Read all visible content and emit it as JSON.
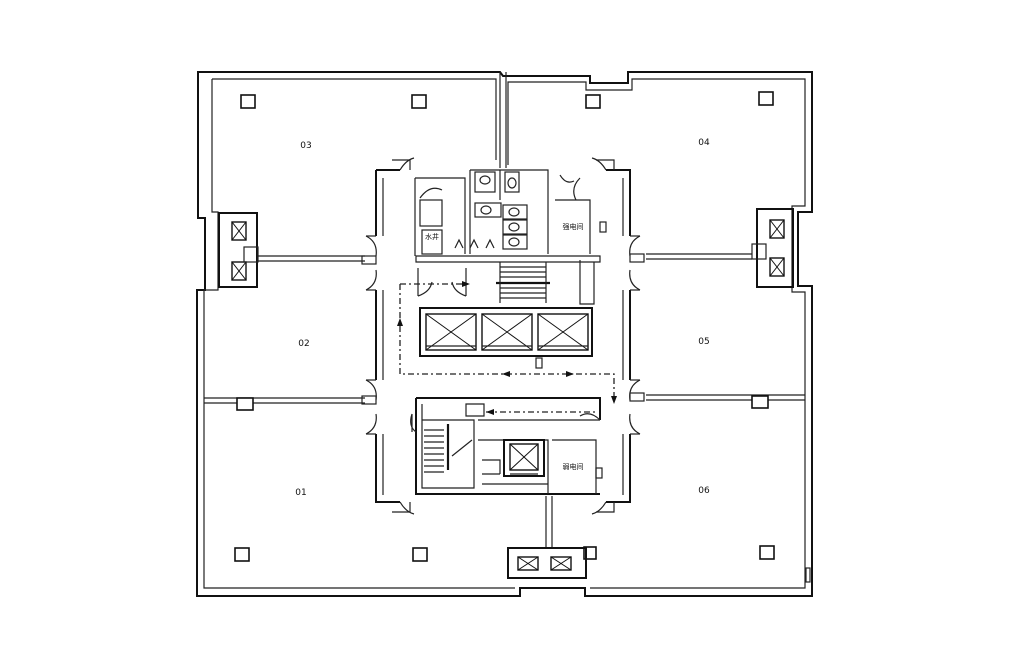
{
  "rooms": {
    "r01": "01",
    "r02": "02",
    "r03": "03",
    "r04": "04",
    "r05": "05",
    "r06": "06"
  },
  "core_labels": {
    "water_well": "水井",
    "strong_electric": "强电间",
    "weak_electric": "弱电间"
  }
}
